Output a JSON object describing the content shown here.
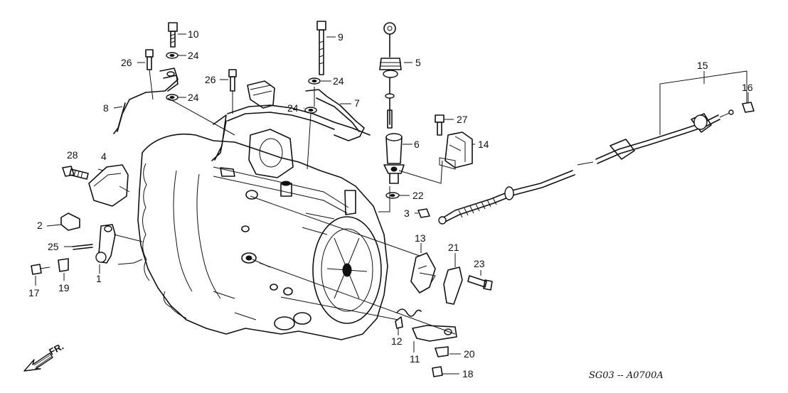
{
  "diagram": {
    "drawing_code": "SG03 -- A0700A",
    "direction_label": "FR.",
    "callouts": [
      {
        "id": "c1",
        "label": "1"
      },
      {
        "id": "c2",
        "label": "2"
      },
      {
        "id": "c3",
        "label": "3"
      },
      {
        "id": "c4",
        "label": "4"
      },
      {
        "id": "c5",
        "label": "5"
      },
      {
        "id": "c6",
        "label": "6"
      },
      {
        "id": "c7",
        "label": "7"
      },
      {
        "id": "c8",
        "label": "8"
      },
      {
        "id": "c9",
        "label": "9"
      },
      {
        "id": "c10",
        "label": "10"
      },
      {
        "id": "c11",
        "label": "11"
      },
      {
        "id": "c12",
        "label": "12"
      },
      {
        "id": "c13",
        "label": "13"
      },
      {
        "id": "c14",
        "label": "14"
      },
      {
        "id": "c15",
        "label": "15"
      },
      {
        "id": "c16",
        "label": "16"
      },
      {
        "id": "c17",
        "label": "17"
      },
      {
        "id": "c18",
        "label": "18"
      },
      {
        "id": "c19",
        "label": "19"
      },
      {
        "id": "c20",
        "label": "20"
      },
      {
        "id": "c21",
        "label": "21"
      },
      {
        "id": "c22",
        "label": "22"
      },
      {
        "id": "c23",
        "label": "23"
      },
      {
        "id": "c24a",
        "label": "24"
      },
      {
        "id": "c24b",
        "label": "24"
      },
      {
        "id": "c24c",
        "label": "24"
      },
      {
        "id": "c24d",
        "label": "24"
      },
      {
        "id": "c25",
        "label": "25"
      },
      {
        "id": "c26a",
        "label": "26"
      },
      {
        "id": "c26b",
        "label": "26"
      },
      {
        "id": "c27",
        "label": "27"
      },
      {
        "id": "c28",
        "label": "28"
      }
    ]
  }
}
